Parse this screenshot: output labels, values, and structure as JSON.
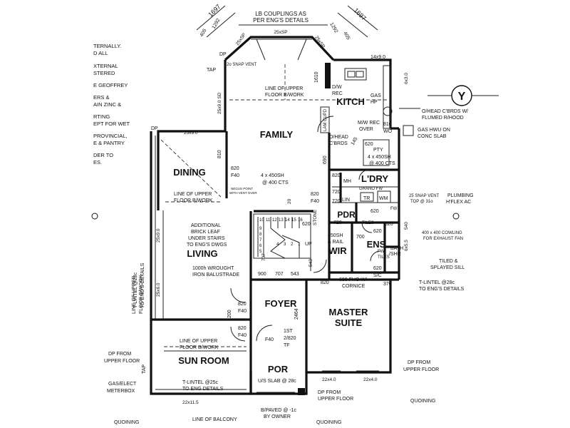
{
  "rooms": {
    "family": "FAMILY",
    "kitch": "KITCH",
    "dining": "DINING",
    "living": "LIVING",
    "ldry": "L'DRY",
    "pdr": "PDR",
    "wir": "WIR",
    "ens": "ENS",
    "foyer": "FOYER",
    "master_l1": "MASTER",
    "master_l2": "SUITE",
    "sunroom": "SUN ROOM",
    "por": "POR",
    "bath": "BATH",
    "shr": "/SHR"
  },
  "left_notes": [
    "TERNALLY.",
    "D ALL",
    "XTERNAL",
    "STERED",
    "E GEOFFREY",
    "ERS &",
    "AIN ZINC &",
    "RTING",
    "EPT FOR WET",
    "PROVINCIAL,",
    "E & PANTRY",
    "DER TO",
    "ES."
  ],
  "top": {
    "lb_couplings_1": "LB COUPLINGS AS",
    "lb_couplings_2": "PER ENG'S DETAILS",
    "dim_1697_left": "1697",
    "dim_1697_right": "1697",
    "dim_405_left": "405",
    "dim_1292_left": "1292",
    "dim_1292_right": "1292",
    "dim_405_right": "405",
    "sp25x_left": "25xSP",
    "sp25x_mid": "25xSP",
    "sp25x_right": "25xSP",
    "dp": "DP",
    "dim_14x9": "14x9.0",
    "snap_vent": "2o SNAP VENT",
    "tap": "TAP"
  },
  "kitchen": {
    "dim_1610": "1610",
    "dw_rec_1": "D/W",
    "dw_rec_2": "REC",
    "gas_hp_1": "GAS",
    "gas_hp_2": "HP",
    "lam_cupd": "LAM CUPD",
    "mw_rec_1": "M/W REC",
    "mw_rec_2": "OVER",
    "ohead_1": "O/HEAD",
    "ohead_2": "C'BRDS",
    "dim_810a": "810",
    "wo": "WO",
    "dim_620": "620",
    "pty": "PTY",
    "sh_450_1": "4 x 450SH",
    "sh_450_2": "@ 400 CTS",
    "dim_145": "145",
    "dim_690": "690",
    "dim_6x30": "6x3.0"
  },
  "right_notes": {
    "ohead_cbrds_1": "O/HEAD C'BRDS W/",
    "ohead_cbrds_2": "FLUMED R/HOOD",
    "gas_hwu_1": "GAS HWU ON",
    "gas_hwu_2": "CONC SLAB",
    "plumbing_1": "PLUMBING",
    "plumbing_2": "H'FLEX AC",
    "snap_vent_1": "25 SNAP VENT",
    "snap_vent_2": "TOP @ 31o",
    "cowling_1": "400 x 400 COWLING",
    "cowling_2": "FOR EXHAUST FAN",
    "tiled_1": "TILED &",
    "tiled_2": "SPLAYED SILL",
    "tlintel_1": "T-LINTEL @28c",
    "tlintel_2": "TO ENG'S DETAILS",
    "dp_from_1": "DP FROM",
    "dp_from_2": "UPPER FLOOR",
    "quoining": "QUOINING",
    "north": "Y"
  },
  "left_side": {
    "dim_25x9_a": "25x9.0 SD",
    "dim_25x9_b": "25x9.0",
    "dp_top": "DP",
    "dim_810": "810",
    "line_upper_v1": "LINE OF UPPER",
    "line_upper_v2": "FLOOR B/WORK",
    "tlintel_v1": "T-LINTEL @28c",
    "tlintel_v2": "TO ENG'S DETAILS",
    "dim_25x9_c": "25x9.0",
    "dim_25x6": "25x6.0",
    "dim_200": "200",
    "dp_from_1": "DP FROM",
    "dp_from_2": "UPPER FLOOR",
    "gas_elect_1": "GAS/ELECT",
    "gas_elect_2": "METERBOX",
    "tap": "TAP",
    "quoining": "QUOINING"
  },
  "middle": {
    "line_upper_1": "LINE OF UPPER",
    "line_upper_2": "FLOOR B/WORK",
    "dim_820_f40_a": "820",
    "f40_a": "F40",
    "neg_point_1": "NEGUS POINT",
    "neg_point_2": "WITH VENT OVER",
    "sh_450_1": "4 x 450SH",
    "sh_450_2": "@ 400 CTS",
    "dim_820_f40_b": "820",
    "f40_b": "F40",
    "dining_line_1": "LINE OF UPPER",
    "dining_line_2": "FLOOR B/WORK",
    "brick_1": "ADDITIONAL",
    "brick_2": "BRICK LEAF",
    "brick_3": "UNDER STAIRS",
    "brick_4": "TO ENG'S DWGS",
    "balustrade_1": "1000h WROUGHT",
    "balustrade_2": "IRON BALUSTRADE",
    "dim_900": "900",
    "dim_707a": "707",
    "dim_707b": "707",
    "dim_543a": "543",
    "dim_543b": "543",
    "up": "UP",
    "stone": "STONE",
    "dim_20": "20",
    "stair_nums": [
      "10",
      "11",
      "12",
      "13",
      "14",
      "15",
      "16"
    ],
    "stair_left": [
      "9",
      "8",
      "7",
      "6",
      "5",
      "4",
      "3",
      "2",
      "1"
    ],
    "dim_620_stair": "620",
    "dim_820_f40_c": "820",
    "f40_c": "F40",
    "dim_820_f40_d": "820",
    "f40_d": "F40",
    "f40_e": "F40",
    "st_1": "1ST",
    "st_2": "2/820",
    "tf": "TF",
    "dim_2464": "2464"
  },
  "ldry": {
    "dim_820": "820",
    "mh": "MH",
    "lin": "LIN",
    "dim_720a": "720",
    "dim_720b": "720",
    "grano_fw": "GRANO FW",
    "tr": "TR",
    "wm": "WM",
    "dim_620": "620",
    "fw": "FW",
    "tiles": "TILES",
    "dim_720c": "720"
  },
  "wir_ens": {
    "sh_rail_1": "450SH",
    "sh_rail_2": "& RAIL",
    "dim_700": "700",
    "dim_620a": "620",
    "fw": "FW",
    "tiles": "TILES",
    "dim_620b": "620",
    "dim_620c": "620",
    "sc": "S/C",
    "dim_820": "820",
    "fho_1": "680 FHO W/-",
    "fho_2": "CORNICE",
    "dim_370": "370",
    "dim_6x5": "6x5.5",
    "dim_540": "540"
  },
  "bottom": {
    "sun_line_1": "LINE OF UPPER",
    "sun_line_2": "FLOOR B/WORK",
    "tlintel_1": "T-LINTEL @25c",
    "tlintel_2": "TO ENG DETAILS",
    "dim_22x11": "22x11.5",
    "line_balcony": "LINE OF BALCONY",
    "us_slab": "U/S SLAB @ 28c",
    "bpaved_1": "B/PAVED @ -1c",
    "bpaved_2": "BY OWNER",
    "dp_from_1": "DP FROM",
    "dp_from_2": "UPPER FLOOR",
    "quoining": "QUOINING",
    "dim_22x4a": "22x4.0",
    "dim_22x4b": "22x4.0"
  },
  "colors": {
    "ink": "#111111",
    "paper": "#ffffff"
  }
}
